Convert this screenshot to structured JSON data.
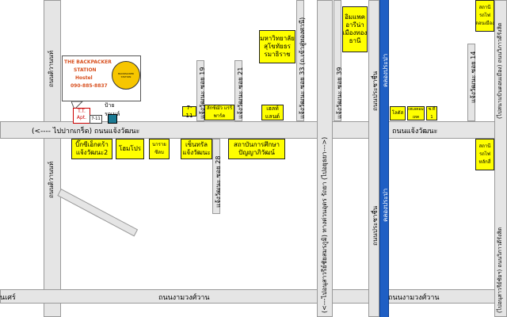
{
  "map": {
    "main_road_west": "(<---- ไปปากเกร็ด) ถนนแจ้งวัฒนะ",
    "main_road_east": "ถนนแจ้งวัฒนะ",
    "bottom_road_left": "ถนนงามวงศ์วาน",
    "bottom_road_right": "ถนนงามวงศ์วาน",
    "bottom_left_edge": "นเศร์",
    "left_road_top": "ถนนติวานนท์",
    "left_road_bottom": "ถนนติวานนท์",
    "soi_19": "แจ้งวัฒนะ ซอย 19",
    "soi_21": "แจ้งวัฒนะ ซอย 21",
    "soi_33": "แจ้งวัฒนะ ซอย 33 (ถ.เข้าสู่ทองศานี)",
    "soi_39": "แจ้งวัฒนะ ซอย 39",
    "soi_28": "แจ้งวัฒนะ ซอย 28",
    "soi_14": "แจ้งวัฒนะ ซอย 14",
    "vibhavadi": "(<---ไปอนุสาวรีย์ชัยสมรภูมิ) ทางด่วนอุดร รัถยา (ไปอยุธยา--->)",
    "prachachuen_top": "ถนนประชาชื่น",
    "prachachuen_bottom": "ถนนประชาชื่น",
    "canal_top": "คลองประปา",
    "canal_bottom": "คลองประปา",
    "far_right_top": "(ไปสนามบินดอนเมือง) ถนนวิภาวดีรังสิต",
    "far_right_bottom": "(ไปอนุสาวรีย์ชัยฯ) ถนนวิภาวดีรังสิต",
    "bus_stop": "ป้าย รถเมล์",
    "tt_apt": "T.T. Apt.",
    "seven_eleven_small": "7-11",
    "hostel": {
      "line1": "THE BACKPACKER",
      "line2": "STATION",
      "line3": "Hostel",
      "phone": "090-885-8837",
      "logo_text": "BACKPACKER STATION"
    },
    "places": {
      "ramkhamhaeng": "มหาวิทยาลัยสุโขทัยธรรมาธิราช",
      "impact": "อิมแพค อารีน่า เมืองทอง ธานี",
      "station_top_right": "สถานี รถไฟ ดอนเมือง",
      "seven_eleven": "7-11",
      "big_c": "บิ๊กซีเอ็กตร้า แจ้งวัฒนะ2",
      "home_pro": "โฮมโปร",
      "national": "นาราย ซีลบ",
      "central": "เซ็นทรัล แจ้งวัฒนะ",
      "lucky_plaza": "ลักซ์ฌัว แรร์ พาร์ค",
      "harvest": "เฮลท์ แลนด์",
      "institute": "สถาบันการศึกษา ปัญญาภิวัฒน์",
      "lotus": "โลตัส",
      "terminal": "เทเลคอมเทค",
      "soi1": "ซ.ที่ 1",
      "station_bottom_right": "สถานี รถไฟ หลักสี่"
    }
  }
}
